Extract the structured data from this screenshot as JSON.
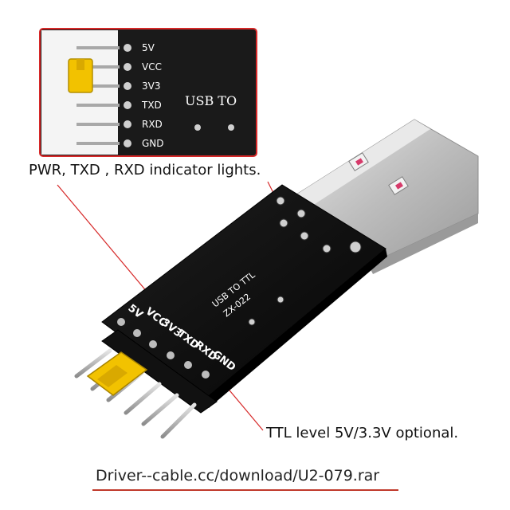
{
  "inset": {
    "pin_labels": [
      "5V",
      "VCC",
      "3V3",
      "TXD",
      "RXD",
      "GND"
    ],
    "board_text": "USB  TO"
  },
  "board": {
    "pin_labels": [
      "5V",
      "VCC",
      "3V3",
      "TXD",
      "RXD",
      "GND"
    ],
    "silkscreen_line1": "USB TO TTL",
    "silkscreen_line2": "ZX-022"
  },
  "captions": {
    "indicator_lights": "PWR, TXD , RXD indicator lights.",
    "ttl_level": "TTL level 5V/3.3V optional.",
    "driver_link": "Driver--cable.cc/download/U2-079.rar"
  },
  "colors": {
    "pcb": "#121212",
    "jumper": "#f2c200",
    "callout": "#d62828",
    "metal": "#cfcfcf"
  }
}
